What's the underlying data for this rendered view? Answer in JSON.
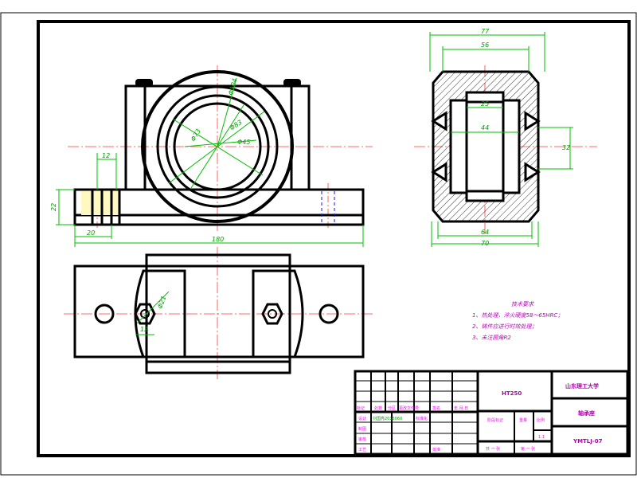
{
  "title_block": {
    "material": "HT250",
    "school": "山东理工大学",
    "part_name": "轴承座",
    "drawing_no": "YMTLJ-07",
    "scale": "1:1",
    "label_scale": "比例",
    "label_weight": "重量",
    "label_stage": "阶段标记",
    "sheets_total": "共 一 张",
    "sheet_no": "第 一 张",
    "rev_headers": [
      "标记",
      "处数",
      "分区",
      "更改文件号",
      "签名",
      "年.月.日"
    ],
    "roles": [
      "设计",
      "制图",
      "审核",
      "工艺"
    ],
    "role_std": "标准化",
    "role_approve": "批准",
    "designer_id": "刘国亮2013060"
  },
  "tech_req": {
    "title": "技术要求",
    "items": [
      "1、热处理，淬火硬度58～65HRC；",
      "2、铸件应进行时效处理；",
      "3、未注圆角R2"
    ]
  },
  "dims": {
    "front": [
      "Φ104",
      "Φ83",
      "Φ73",
      "Φ45",
      "12",
      "22",
      "20",
      "180"
    ],
    "side": [
      "77",
      "56",
      "25",
      "44",
      "32",
      "64",
      "70"
    ],
    "top": [
      "12",
      "Φ21"
    ]
  }
}
